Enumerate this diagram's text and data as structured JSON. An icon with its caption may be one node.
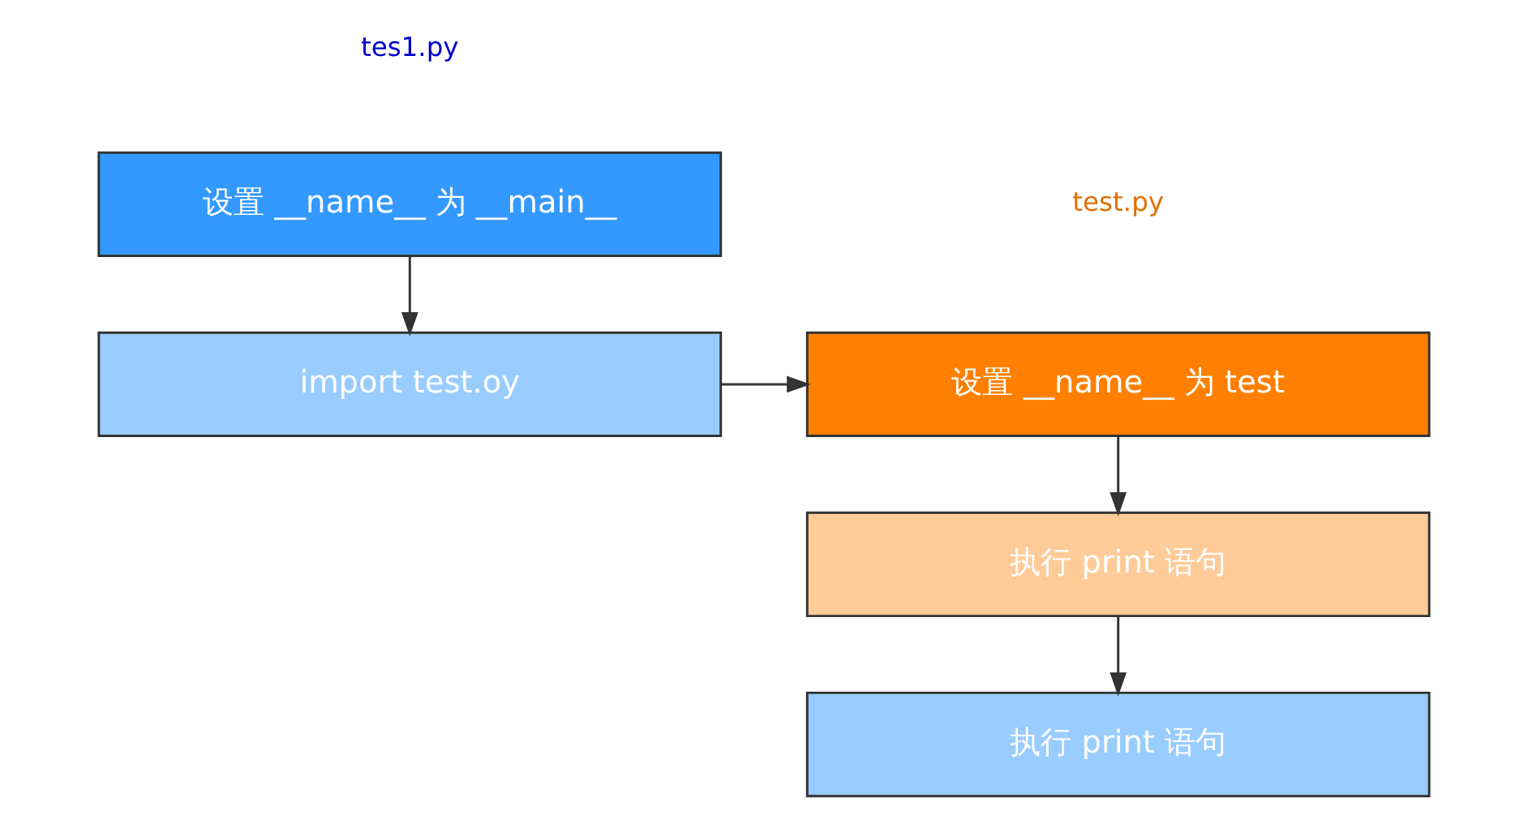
{
  "diagram": {
    "nodes": [
      {
        "text": [
          "设置 __name__ 为 __main__"
        ]
      },
      {
        "text": [
          "import test.oy"
        ]
      },
      {
        "text": [
          "设置 __name__ 为 test"
        ]
      },
      {
        "text": [
          "执行 print 语句"
        ]
      },
      {
        "text": [
          "执行 print 语句"
        ]
      }
    ],
    "edges": [
      {
        "from": 0,
        "to": 1,
        "arrow": "to"
      },
      {
        "from": 1,
        "to": 2,
        "arrow": "to"
      },
      {
        "from": 2,
        "to": 3,
        "arrow": "to"
      },
      {
        "from": 3,
        "to": 4,
        "arrow": "to"
      }
    ],
    "labels": [
      "tes1.py",
      "test.py"
    ]
  }
}
